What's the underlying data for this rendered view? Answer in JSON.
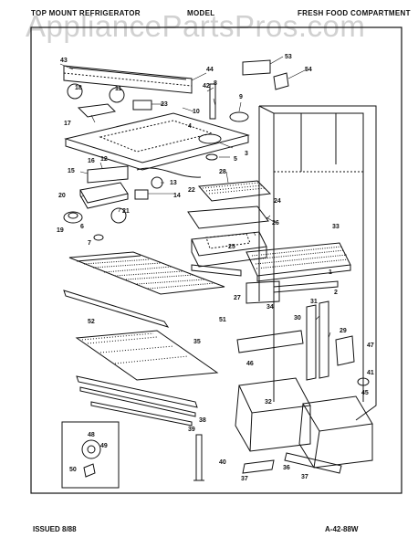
{
  "header": {
    "left": "TOP MOUNT REFRIGERATOR",
    "middle": "MODEL",
    "right": "FRESH FOOD COMPARTMENT"
  },
  "watermark": "AppliancePartsPros.com",
  "footer": {
    "issued": "ISSUED 8/88",
    "code": "A-42-88W"
  },
  "callouts": [
    {
      "id": "c1",
      "text": "1"
    },
    {
      "id": "c2",
      "text": "2"
    },
    {
      "id": "c3",
      "text": "3"
    },
    {
      "id": "c4",
      "text": "4"
    },
    {
      "id": "c5",
      "text": "5"
    },
    {
      "id": "c6",
      "text": "6"
    },
    {
      "id": "c7",
      "text": "7"
    },
    {
      "id": "c8",
      "text": "8"
    },
    {
      "id": "c9",
      "text": "9"
    },
    {
      "id": "c10",
      "text": "10"
    },
    {
      "id": "c11",
      "text": "11"
    },
    {
      "id": "c12",
      "text": "12"
    },
    {
      "id": "c13",
      "text": "13"
    },
    {
      "id": "c14",
      "text": "14"
    },
    {
      "id": "c15",
      "text": "15"
    },
    {
      "id": "c16",
      "text": "16"
    },
    {
      "id": "c17",
      "text": "17"
    },
    {
      "id": "c18",
      "text": "18"
    },
    {
      "id": "c19",
      "text": "19"
    },
    {
      "id": "c20",
      "text": "20"
    },
    {
      "id": "c21",
      "text": "21"
    },
    {
      "id": "c22",
      "text": "22"
    },
    {
      "id": "c23",
      "text": "23"
    },
    {
      "id": "c24",
      "text": "24"
    },
    {
      "id": "c25",
      "text": "25"
    },
    {
      "id": "c26",
      "text": "26"
    },
    {
      "id": "c27",
      "text": "27"
    },
    {
      "id": "c28",
      "text": "28"
    },
    {
      "id": "c29",
      "text": "29"
    },
    {
      "id": "c30",
      "text": "30"
    },
    {
      "id": "c31",
      "text": "31"
    },
    {
      "id": "c32",
      "text": "32"
    },
    {
      "id": "c33",
      "text": "33"
    },
    {
      "id": "c34",
      "text": "34"
    },
    {
      "id": "c35",
      "text": "35"
    },
    {
      "id": "c36",
      "text": "36"
    },
    {
      "id": "c37a",
      "text": "37"
    },
    {
      "id": "c37b",
      "text": "37"
    },
    {
      "id": "c38",
      "text": "38"
    },
    {
      "id": "c39",
      "text": "39"
    },
    {
      "id": "c40",
      "text": "40"
    },
    {
      "id": "c41",
      "text": "41"
    },
    {
      "id": "c42",
      "text": "42"
    },
    {
      "id": "c43",
      "text": "43"
    },
    {
      "id": "c44",
      "text": "44"
    },
    {
      "id": "c45",
      "text": "45"
    },
    {
      "id": "c46",
      "text": "46"
    },
    {
      "id": "c47",
      "text": "47"
    },
    {
      "id": "c48",
      "text": "48"
    },
    {
      "id": "c49",
      "text": "49"
    },
    {
      "id": "c50",
      "text": "50"
    },
    {
      "id": "c51",
      "text": "51"
    },
    {
      "id": "c52",
      "text": "52"
    },
    {
      "id": "c53",
      "text": "53"
    },
    {
      "id": "c54",
      "text": "54"
    }
  ]
}
